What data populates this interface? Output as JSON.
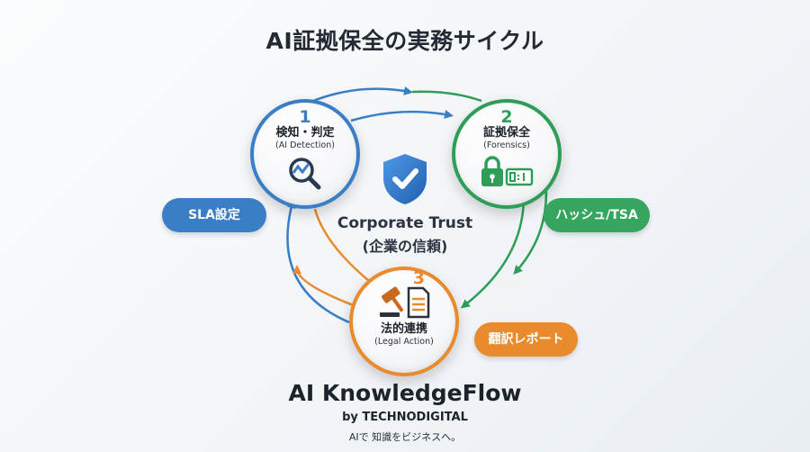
{
  "title": "AI証拠保全の実務サイクル",
  "nodes": [
    {
      "number": "1",
      "label": "検知・判定",
      "sub": "(AI Detection)",
      "icon": "magnifier-chart-icon",
      "color": "#3a7ec5"
    },
    {
      "number": "2",
      "label": "証拠保全",
      "sub": "(Forensics)",
      "icon": "padlock-timestamp-icon",
      "color": "#2e9d57"
    },
    {
      "number": "3",
      "label": "法的連携",
      "sub": "(Legal Action)",
      "icon": "gavel-document-icon",
      "color": "#e98a2c"
    }
  ],
  "pills": {
    "left": "SLA設定",
    "right": "ハッシュ/TSA",
    "bottom": "翻訳レポート"
  },
  "center": {
    "title": "Corporate Trust",
    "subtitle": "(企業の信頼)",
    "icon": "shield-check-icon"
  },
  "footer": {
    "brand": "AI KnowledgeFlow",
    "byline": "by TECHNODIGITAL",
    "tagline": "AIで 知識をビジネスへ。"
  },
  "colors": {
    "blue": "#3a7ec5",
    "green": "#2e9d57",
    "orange": "#e98a2c"
  }
}
